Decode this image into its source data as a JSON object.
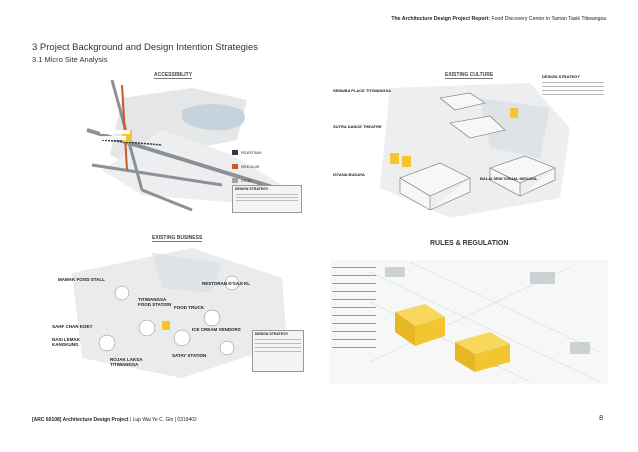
{
  "header": {
    "report_title": "The Architecture Design Project Report:",
    "report_subtitle": " Food Discovery Center in Taman Tasik Titiwangsa"
  },
  "section": {
    "heading": "3   Project Background and Design Intention Strategies",
    "subheading": "3.1   Micro Site Analysis"
  },
  "panels": {
    "accessibility": {
      "title": "ACCESSIBILITY",
      "legend": [
        "PEDESTRIAN",
        "VEHICULAR",
        "CYCLE"
      ],
      "strategy_title": "DESIGN STRATEGY"
    },
    "existing_culture": {
      "title": "EXISTING CULTURE",
      "items": [
        "SEMUBA PLACE TITIWANGSA",
        "SUTRA DANCE THEATRE",
        "ISTANA BUDAYA",
        "BALAI SENI VISUAL NEGARA"
      ],
      "strategy_title": "DESIGN STRATEGY"
    },
    "existing_business": {
      "title": "EXISTING BUSINESS",
      "items": [
        "MAMAK FOOD STALL",
        "RESTORAN D'SAJI KL",
        "TITIWANGSA FOOD STATION",
        "FOOD TRUCK",
        "SAHF CHAR KOEY",
        "NASI LEMAK KANGKUNG",
        "ICE CREAM VENDORS",
        "ROJAK LAKSA TITIWANGSA",
        "SATAY STATION"
      ],
      "strategy_title": "DESIGN STRATEGY"
    },
    "rules": {
      "title": "RULES & REGULATION"
    }
  },
  "footer": {
    "course": "[ARC 60108] Architecture Design Project",
    "details": " | Lup Wai Ye C. Gin | 0319402"
  },
  "page_number": "8",
  "colors": {
    "accent_yellow": "#f3c530",
    "pedestrian": "#2e3a48",
    "vehicular": "#c9572b",
    "cycle": "#9fa4a8",
    "road": "#8d9196",
    "water": "#c6d3dc"
  }
}
